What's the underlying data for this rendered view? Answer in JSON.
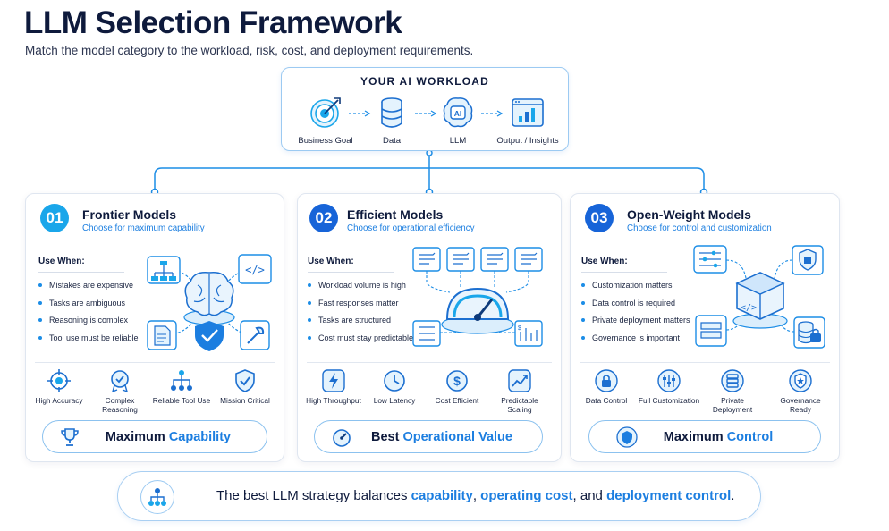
{
  "title": "LLM Selection Framework",
  "subtitle": "Match the model category to the workload, risk, cost, and deployment requirements.",
  "workload": {
    "title": "YOUR AI WORKLOAD",
    "steps": [
      {
        "label": "Business Goal",
        "icon": "target-icon"
      },
      {
        "label": "Data",
        "icon": "database-icon"
      },
      {
        "label": "LLM",
        "icon": "ai-brain-icon",
        "badge": "AI"
      },
      {
        "label": "Output / Insights",
        "icon": "chart-window-icon"
      }
    ]
  },
  "cards": [
    {
      "number": "01",
      "title": "Frontier Models",
      "subtitle": "Choose for maximum capability",
      "use_when_label": "Use When:",
      "bullets": [
        "Mistakes are expensive",
        "Tasks are ambiguous",
        "Reasoning is complex",
        "Tool use must be reliable"
      ],
      "features": [
        {
          "label": "High Accuracy",
          "icon": "crosshair-icon"
        },
        {
          "label": "Complex Reasoning",
          "icon": "badge-check-icon"
        },
        {
          "label": "Reliable Tool Use",
          "icon": "network-icon"
        },
        {
          "label": "Mission Critical",
          "icon": "shield-check-icon"
        }
      ],
      "pill": {
        "prefix": "Maximum ",
        "accent": "Capability",
        "icon": "trophy-icon"
      }
    },
    {
      "number": "02",
      "title": "Efficient Models",
      "subtitle": "Choose for operational efficiency",
      "use_when_label": "Use When:",
      "bullets": [
        "Workload volume is high",
        "Fast responses matter",
        "Tasks are structured",
        "Cost must stay predictable"
      ],
      "features": [
        {
          "label": "High Throughput",
          "icon": "lightning-icon"
        },
        {
          "label": "Low Latency",
          "icon": "clock-icon"
        },
        {
          "label": "Cost Efficient",
          "icon": "dollar-icon"
        },
        {
          "label": "Predictable Scaling",
          "icon": "trend-chart-icon"
        }
      ],
      "pill": {
        "prefix": "Best ",
        "accent": "Operational Value",
        "icon": "speedometer-icon"
      }
    },
    {
      "number": "03",
      "title": "Open-Weight Models",
      "subtitle": "Choose for control and customization",
      "use_when_label": "Use When:",
      "bullets": [
        "Customization matters",
        "Data control is required",
        "Private deployment matters",
        "Governance is important"
      ],
      "features": [
        {
          "label": "Data Control",
          "icon": "lock-icon"
        },
        {
          "label": "Full Customization",
          "icon": "sliders-icon"
        },
        {
          "label": "Private Deployment",
          "icon": "server-icon"
        },
        {
          "label": "Governance Ready",
          "icon": "shield-star-icon"
        }
      ],
      "pill": {
        "prefix": "Maximum ",
        "accent": "Control",
        "icon": "shield-icon"
      }
    }
  ],
  "banner": {
    "text_before": "The best LLM strategy balances ",
    "accent1": "capability",
    "sep1": ", ",
    "accent2": "operating cost",
    "sep2": ", and ",
    "accent3": "deployment control",
    "text_after": ".",
    "icon": "org-chart-icon"
  },
  "colors": {
    "accent": "#1c7ee0",
    "accent_light": "#1aa6ea",
    "accent_dark": "#1764d8",
    "text": "#0e1a3c",
    "border": "#9ccaf2"
  }
}
